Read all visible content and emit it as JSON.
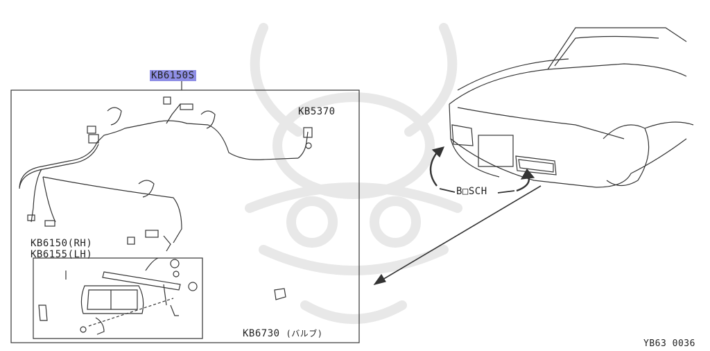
{
  "diagram": {
    "main_assembly": {
      "part_number": "KB6150S"
    },
    "connector": {
      "part_number": "KB5370"
    },
    "lamp_rh": {
      "part_number": "KB6150(RH)"
    },
    "lamp_lh": {
      "part_number": "KB6155(LH)"
    },
    "bulb": {
      "part_number": "KB6730",
      "note": "(バルブ)"
    },
    "brand_callout": "B□SCH",
    "figure_code": "YB63 0036"
  },
  "colors": {
    "highlight": "#8f8fe6",
    "line": "#333333",
    "watermark": "#e6e6e6"
  }
}
